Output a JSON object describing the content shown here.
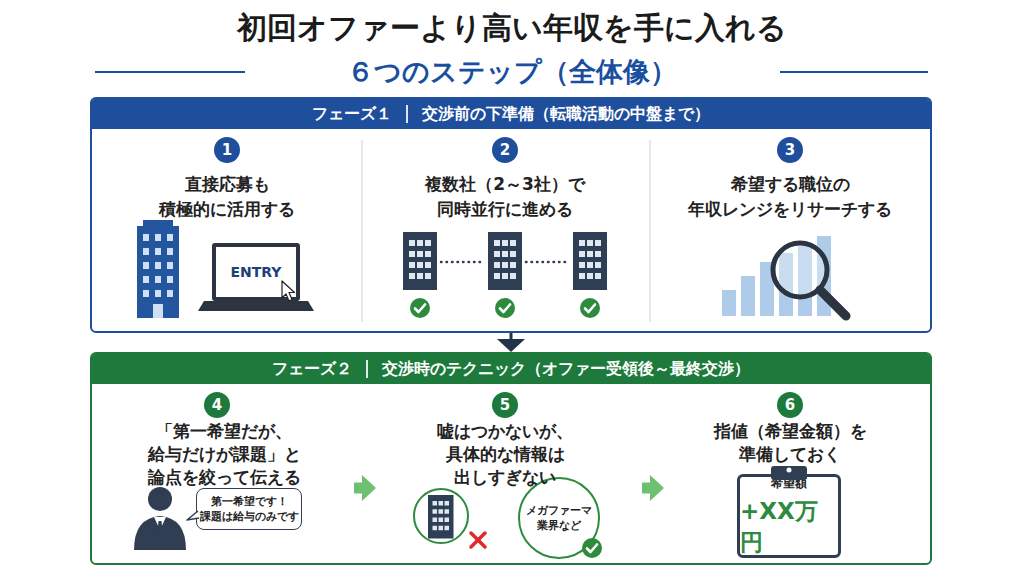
{
  "diagram": {
    "title": "初回オファーより高い年収を手に入れる",
    "nodes": [
      {
        "text": [
          "フェーズ１",
          "交渉前の下準備（転職活動の中盤まで）"
        ]
      },
      {
        "text": [
          "直接応募も 積極的に活用する"
        ],
        "in": 0
      },
      {
        "text": [
          "1"
        ],
        "in": 1
      },
      {
        "text": [
          "ENTRY"
        ],
        "in": 1
      },
      {
        "text": [
          "複数社（2～3社）で 同時並行に進める"
        ],
        "in": 0
      },
      {
        "text": [
          "2"
        ],
        "in": 4
      },
      {
        "text": [
          "希望する職位の 年収レンジをリサーチする"
        ],
        "in": 0
      },
      {
        "text": [
          "3"
        ],
        "in": 6
      },
      {
        "text": [
          "フェーズ２",
          "交渉時のテクニック（オファー受領後～最終交渉）"
        ]
      },
      {
        "text": [
          "「第一希望だが、 給与だけが課題」と 論点を絞って伝える"
        ],
        "in": 8
      },
      {
        "text": [
          "4"
        ],
        "in": 9
      },
      {
        "text": [
          "第一希望です！ 課題は給与のみです"
        ],
        "in": 9
      },
      {
        "text": [
          "嘘はつかないが、 具体的な情報は 出しすぎない"
        ],
        "in": 8
      },
      {
        "text": [
          "5"
        ],
        "in": 12
      },
      {
        "text": [
          "メガファーマ 業界など"
        ],
        "in": 12
      },
      {
        "text": [
          "指値（希望金額）を 準備しておく"
        ],
        "in": 8
      },
      {
        "text": [
          "6"
        ],
        "in": 15
      },
      {
        "text": [
          "希望額",
          "+XX万円"
        ],
        "in": 15
      }
    ],
    "edges": [
      {
        "from": 0,
        "to": 8,
        "arrow": "to"
      },
      {
        "from": 9,
        "to": 12,
        "arrow": "to"
      },
      {
        "from": 12,
        "to": 15,
        "arrow": "to"
      }
    ],
    "labels": [
      "６つのステップ（全体像）"
    ]
  }
}
